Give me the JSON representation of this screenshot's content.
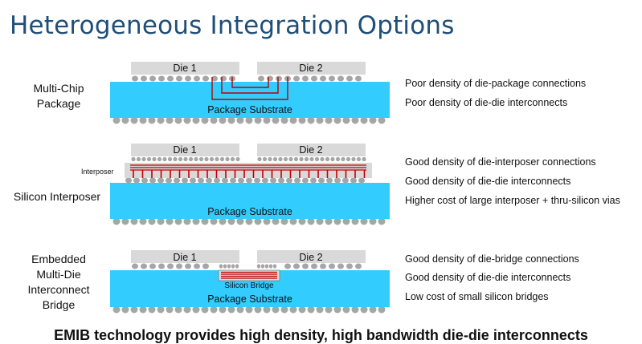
{
  "title": "Heterogeneous Integration Options",
  "rows": [
    {
      "label_lines": [
        "Multi-Chip",
        "Package"
      ],
      "die1": "Die 1",
      "die2": "Die 2",
      "substrate": "Package Substrate",
      "notes": [
        "Poor density of die-package connections",
        "Poor density of die-die interconnects"
      ]
    },
    {
      "label_lines": [
        "Silicon Interposer"
      ],
      "die1": "Die 1",
      "die2": "Die 2",
      "interposer": "Interposer",
      "substrate": "Package Substrate",
      "notes": [
        "Good density of die-interposer connections",
        "Good density of die-die interconnects",
        "Higher cost of large interposer + thru-silicon vias"
      ]
    },
    {
      "label_lines": [
        "Embedded",
        "Multi-Die",
        "Interconnect",
        "Bridge"
      ],
      "die1": "Die 1",
      "die2": "Die 2",
      "bridge": "Silicon Bridge",
      "substrate": "Package Substrate",
      "notes": [
        "Good density of die-bridge connections",
        "Good density of die-die interconnects",
        "Low cost of small silicon bridges"
      ]
    }
  ],
  "footer": "EMIB technology provides high density, high bandwidth die-die interconnects",
  "colors": {
    "title": "#1f4e79",
    "substrate": "#33ccff",
    "die": "#d9d9d9",
    "bump": "#a6a6a6",
    "interconnect": "#c00000"
  }
}
